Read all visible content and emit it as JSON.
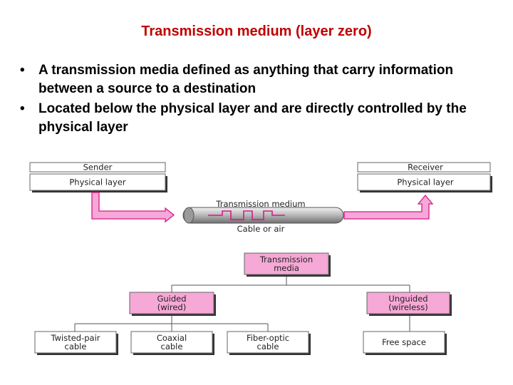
{
  "title": "Transmission medium (layer zero)",
  "bullets": [
    "A transmission media defined as anything that carry information between a source to a destination",
    "Located below the physical layer and are directly controlled by the physical layer"
  ],
  "top_diagram": {
    "sender_label": "Sender",
    "sender_box": "Physical layer",
    "receiver_label": "Receiver",
    "receiver_box": "Physical layer",
    "medium_label": "Transmission medium",
    "medium_sublabel": "Cable or air"
  },
  "taxonomy": {
    "root": [
      "Transmission",
      "media"
    ],
    "guided": [
      "Guided",
      "(wired)"
    ],
    "unguided": [
      "Unguided",
      "(wireless)"
    ],
    "twisted_pair": [
      "Twisted-pair",
      "cable"
    ],
    "coaxial": [
      "Coaxial",
      "cable"
    ],
    "fiber_optic": [
      "Fiber-optic",
      "cable"
    ],
    "free_space": "Free space"
  },
  "colors": {
    "title": "#c00000",
    "pink_fill": "#f6a8d6",
    "arrow": "#d8188c",
    "box_border": "#666666"
  }
}
